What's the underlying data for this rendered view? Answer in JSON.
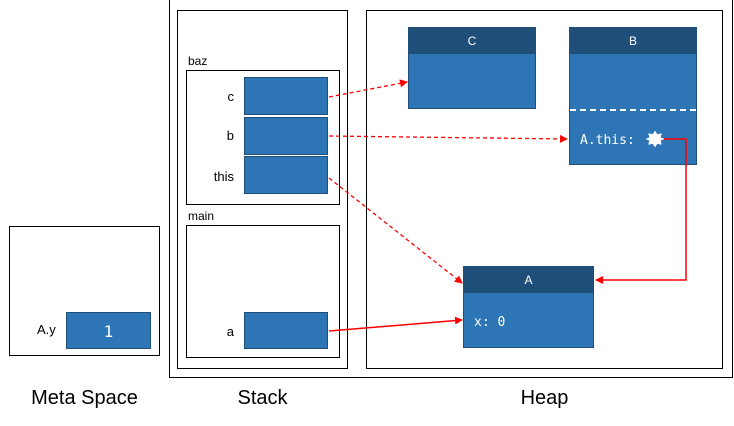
{
  "sections": {
    "meta_space": "Meta Space",
    "stack": "Stack",
    "heap": "Heap"
  },
  "meta_space": {
    "field_label": "A.y",
    "field_value": "1"
  },
  "stack": {
    "frames": [
      {
        "name": "baz",
        "slots": [
          "c",
          "b",
          "this"
        ]
      },
      {
        "name": "main",
        "slots": [
          "a"
        ]
      }
    ]
  },
  "heap": {
    "objects": [
      {
        "name": "C",
        "fields": []
      },
      {
        "name": "B",
        "fields": [
          "A.this:"
        ]
      },
      {
        "name": "A",
        "fields": [
          "x: 0"
        ]
      }
    ]
  },
  "colors": {
    "slot_fill": "#2e75b6",
    "header_fill": "#1f4e79",
    "arrow": "#ff0000"
  }
}
